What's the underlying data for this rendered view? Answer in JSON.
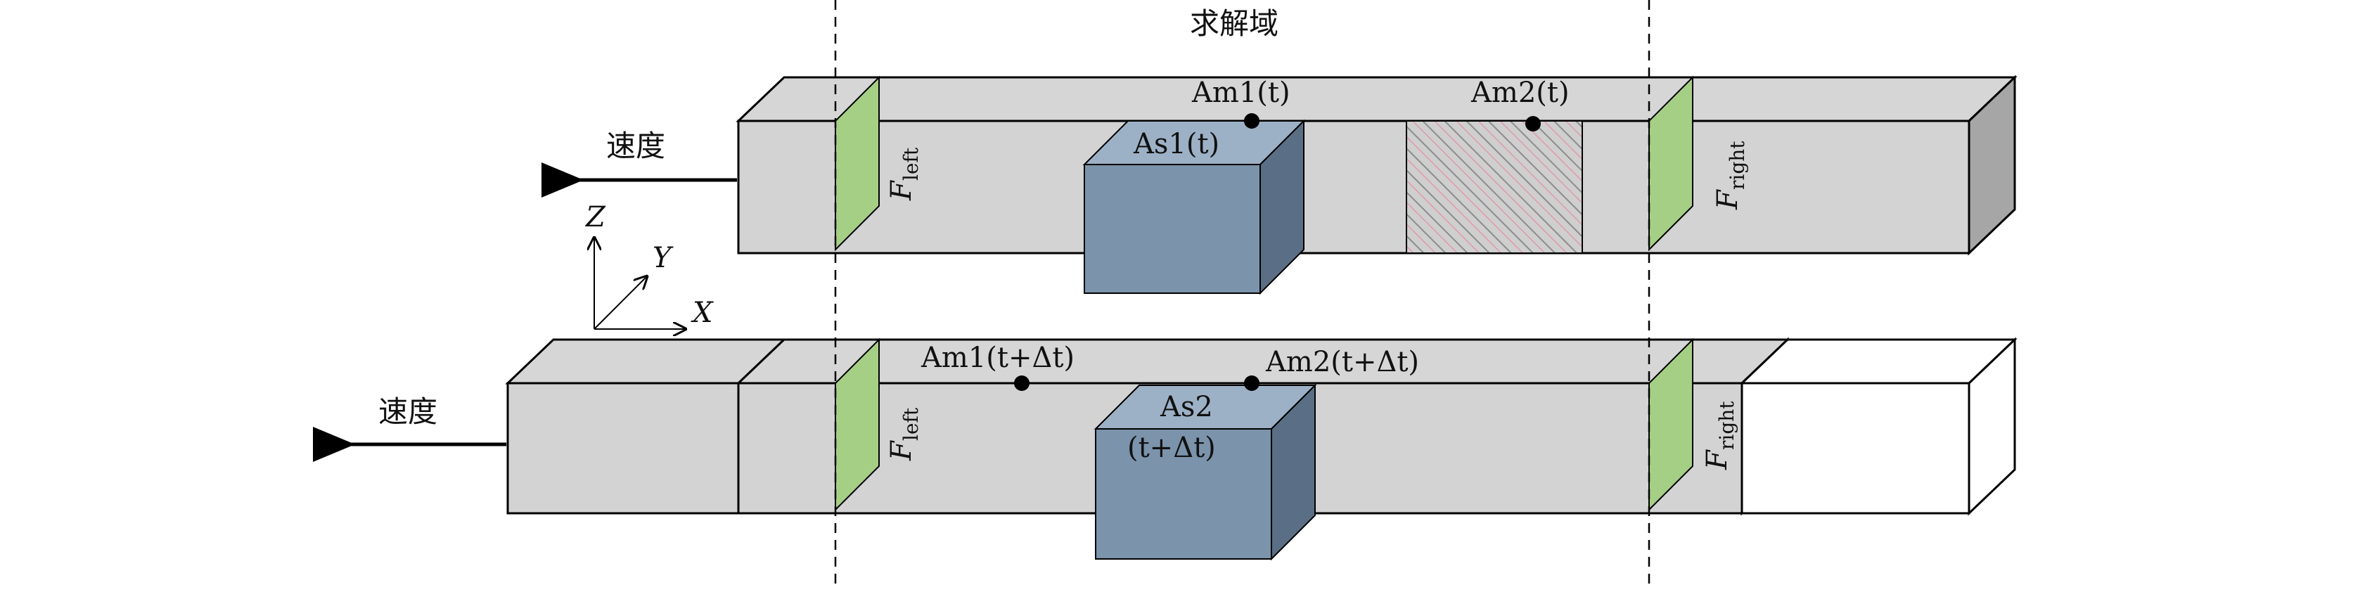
{
  "title": "求解域",
  "speed_label_top": "速度",
  "speed_label_bottom": "速度",
  "axes": {
    "x": "X",
    "y": "Y",
    "z": "Z"
  },
  "top_beam": {
    "f_left": {
      "main": "F",
      "sub": "left"
    },
    "f_right": {
      "main": "F",
      "sub": "right"
    },
    "am1": "Am1(t)",
    "am2": "Am2(t)",
    "as1": "As1(t)"
  },
  "bottom_beam": {
    "f_left": {
      "main": "F",
      "sub": "left"
    },
    "f_right": {
      "main": "F",
      "sub": "right"
    },
    "am1": "Am1(t+Δt)",
    "am2": "Am2(t+Δt)",
    "as2_line1": "As2",
    "as2_line2": "(t+Δt)"
  },
  "colors": {
    "beam_front": "#d3d3d3",
    "beam_end": "#a6a6a6",
    "green_plane": "#a6cf86",
    "block_front": "#7b93ab",
    "block_side": "#5a6f85",
    "block_top": "#9db1c6",
    "hatch": "#e09aa8"
  }
}
